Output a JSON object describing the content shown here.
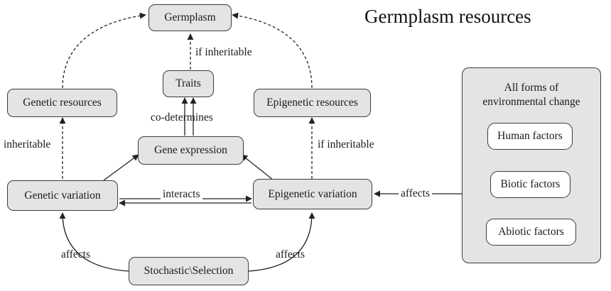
{
  "title": "Germplasm resources",
  "nodes": {
    "germplasm": "Germplasm",
    "traits": "Traits",
    "genetic_resources": "Genetic resources",
    "epigenetic_resources": "Epigenetic resources",
    "gene_expression": "Gene expression",
    "genetic_variation": "Genetic variation",
    "epigenetic_variation": "Epigenetic variation",
    "stochastic_selection": "Stochastic\\Selection"
  },
  "edge_labels": {
    "if_inheritable_top": "if inheritable",
    "co_determines": "co-determines",
    "inheritable": "inheritable",
    "if_inheritable_right": "if inheritable",
    "interacts": "interacts",
    "affects_env": "affects",
    "affects_left": "affects",
    "affects_right": "affects"
  },
  "environment": {
    "title_line1": "All forms of",
    "title_line2": "environmental change",
    "factors": [
      "Human factors",
      "Biotic factors",
      "Abiotic factors"
    ]
  }
}
